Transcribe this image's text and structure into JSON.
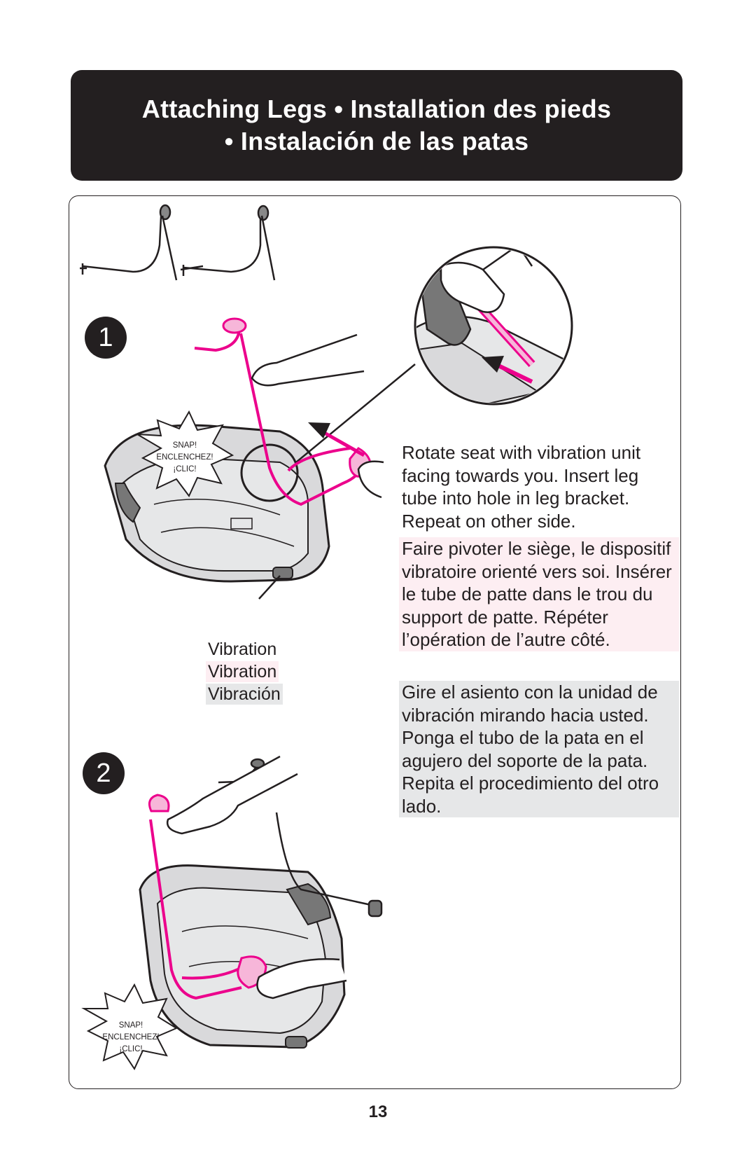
{
  "header": {
    "line1": "Attaching Legs • Installation des pieds",
    "line2": "• Instalación de las patas"
  },
  "steps": {
    "one": "1",
    "two": "2"
  },
  "snap_label": {
    "line1": "SNAP!",
    "line2": "ENCLENCHEZ!",
    "line3": "¡CLIC!"
  },
  "vibration_labels": {
    "en": "Vibration",
    "fr": "Vibration",
    "es": "Vibración"
  },
  "instructions": {
    "en": "Rotate seat with vibration unit facing towards you. Insert leg tube into hole in leg bracket. Repeat on other side.",
    "fr": "Faire pivoter le siège, le dispositif vibratoire orienté vers soi. Insérer le tube de patte dans le trou du support de patte. Répéter l’opération de l’autre côté.",
    "es": "Gire el asiento con la unidad de vibración mirando hacia usted. Ponga el tubo de la pata en el agujero del soporte de la pata. Repita el procedimiento del otro lado."
  },
  "page_number": "13",
  "colors": {
    "accent_pink": "#ec008c",
    "dark": "#231f20",
    "fr_tint": "#fdeef2",
    "es_tint": "#e6e7e8",
    "seat_gray": "#d9d9db"
  },
  "icons": [
    "leg-tube-icon",
    "seat-illustration",
    "hand-illustration",
    "snap-burst-icon",
    "arrow-icon",
    "zoom-inset-icon"
  ]
}
